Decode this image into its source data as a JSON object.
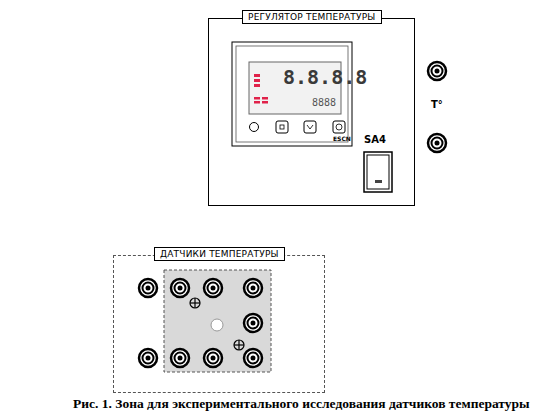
{
  "diagram": {
    "caption": "Рис. 1. Зона для экспериментального исследования датчиков температуры",
    "nodes": [
      {
        "text": [
          "РЕГУЛЯТОР ТЕМПЕРАТУРЫ"
        ]
      },
      {
        "text": [
          "ДАТЧИКИ ТЕМПЕРАТУРЫ"
        ]
      }
    ],
    "labels": [
      "8.8.8.8",
      "8888",
      "ESCN",
      "T°",
      "SA4"
    ]
  }
}
